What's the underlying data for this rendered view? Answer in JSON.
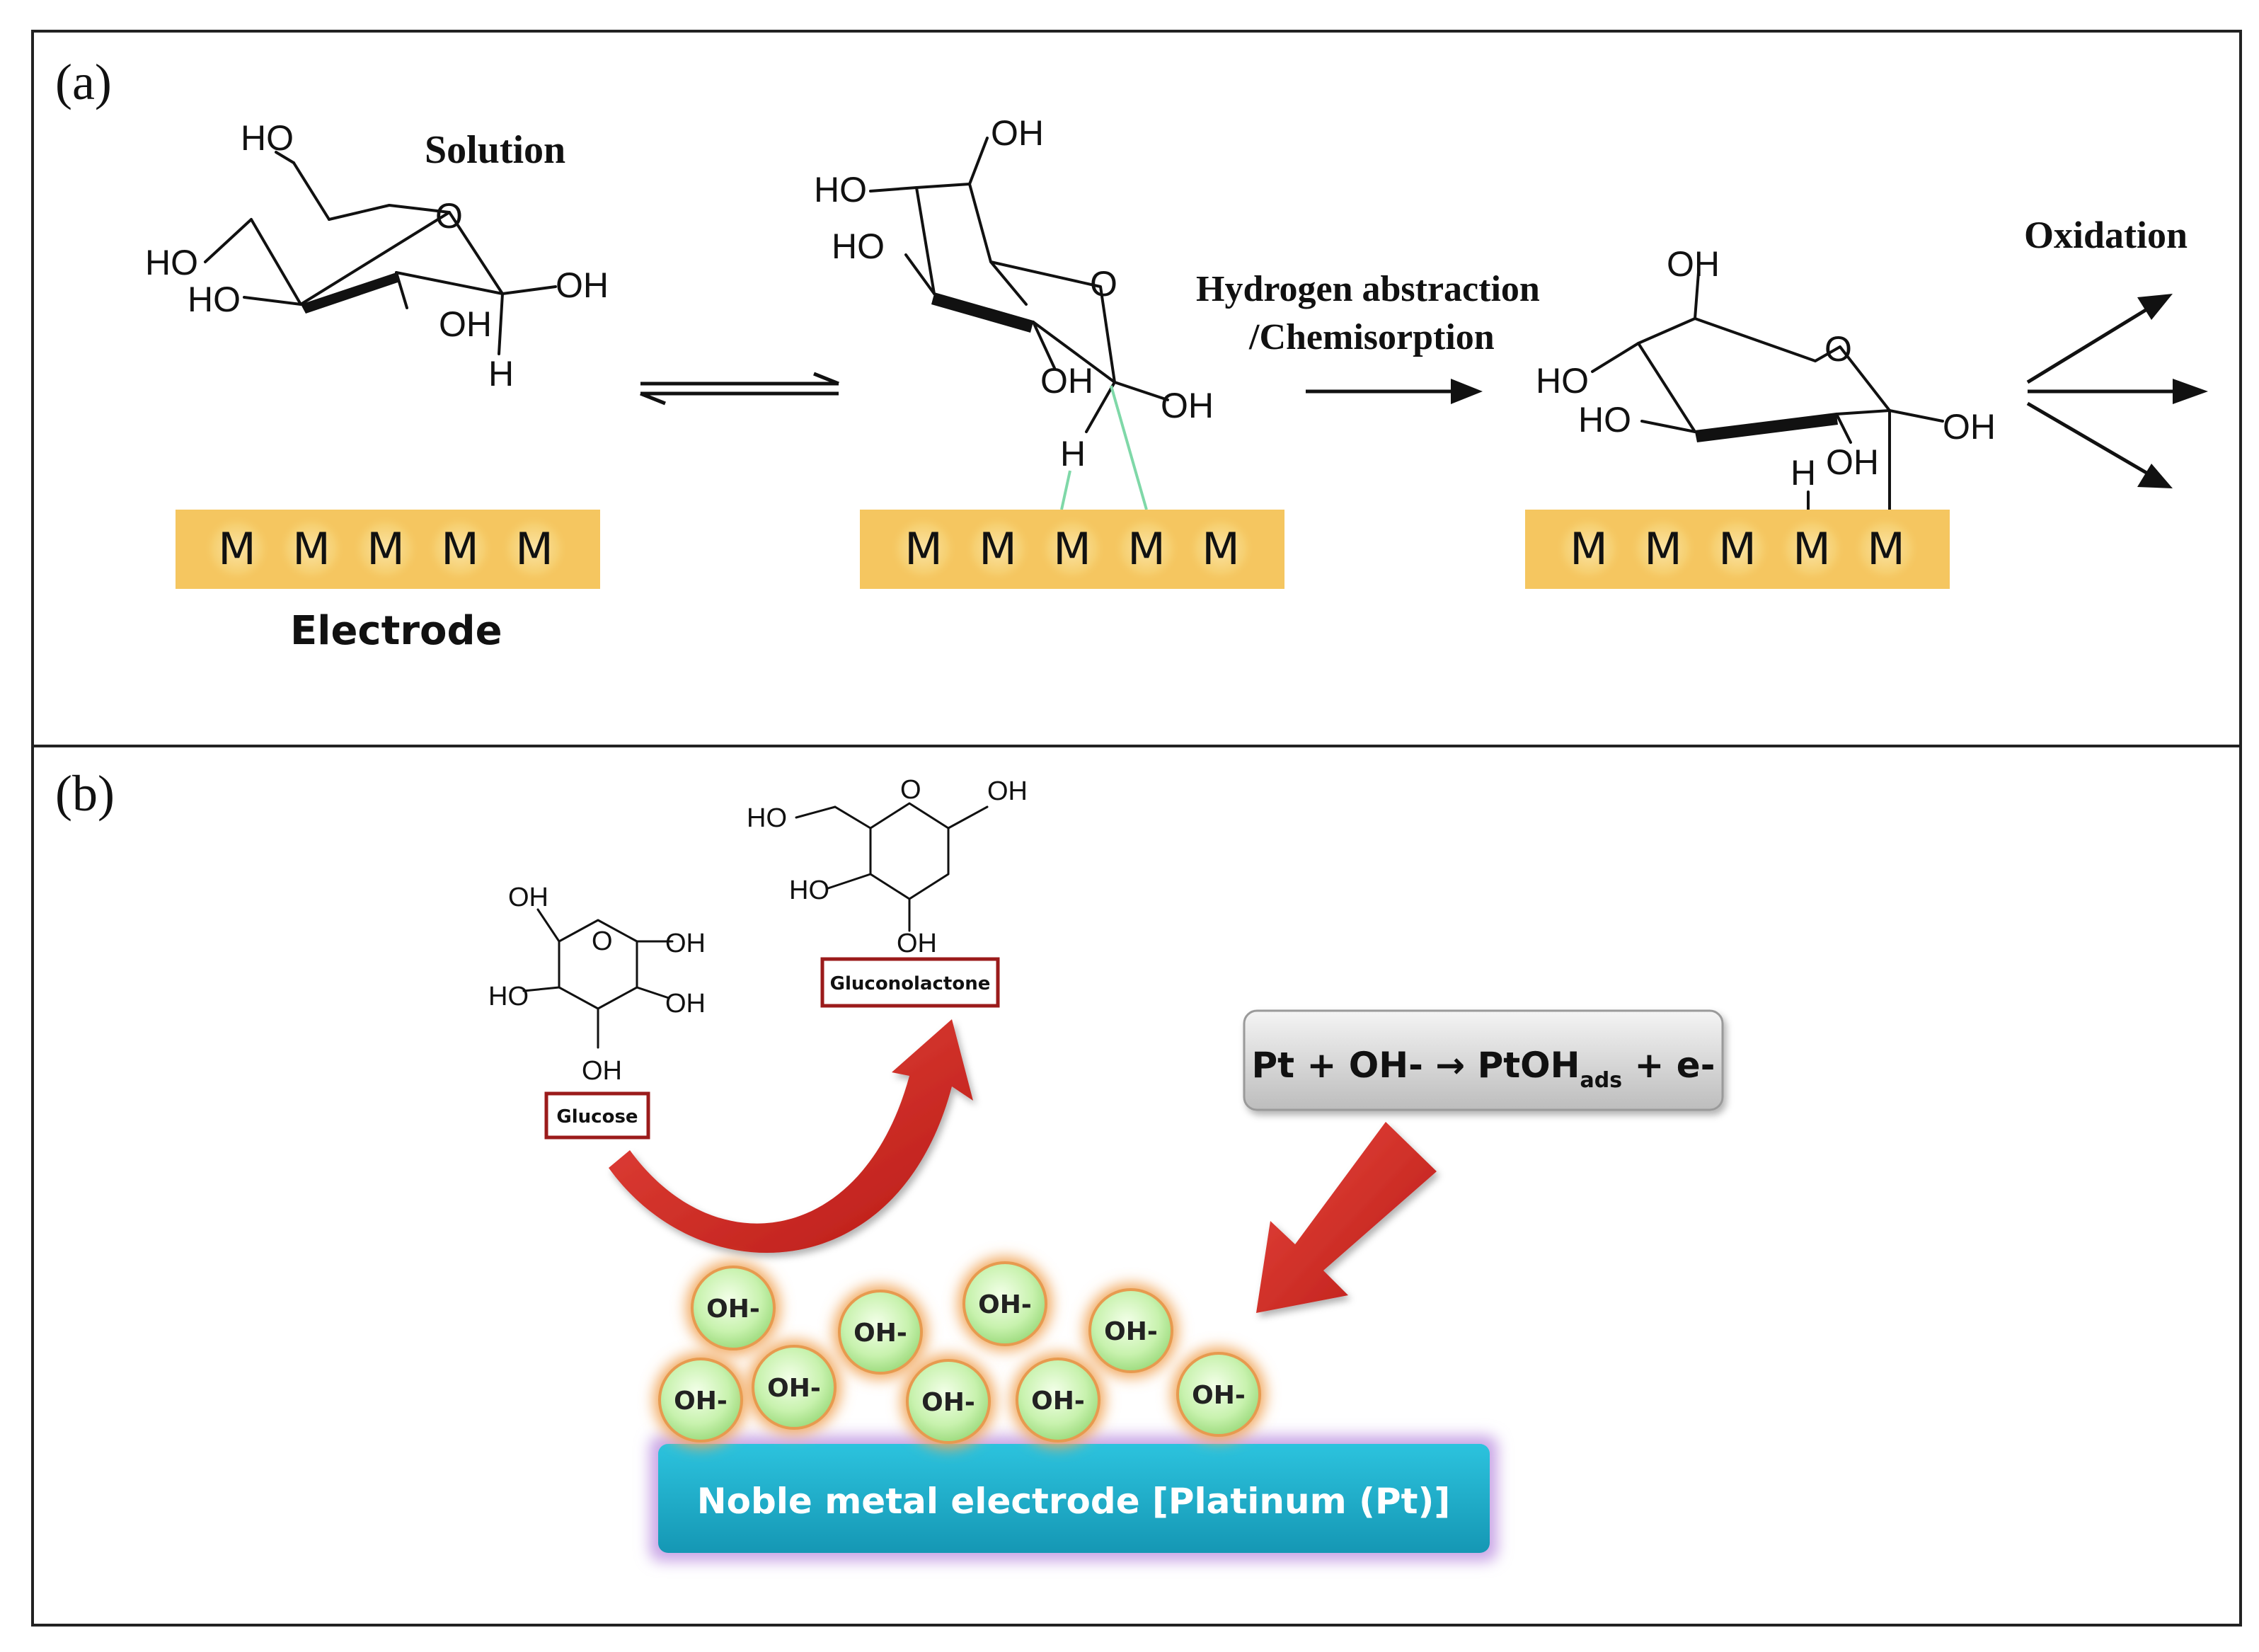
{
  "panel_a": {
    "label": "(a)",
    "solution_label": "Solution",
    "electrode_label": "Electrode",
    "metal_atom": "M",
    "step_label_line1": "Hydrogen abstraction",
    "step_label_line2": "/Chemisorption",
    "oxidation_label": "Oxidation",
    "molecule_labels": {
      "oh": "OH",
      "ho": "HO",
      "h": "H",
      "o": "O"
    },
    "colors": {
      "electrode_fill": "#f5c660",
      "atom_glow": "#f9d27a",
      "adsorption_line": "#7fd8a8"
    }
  },
  "panel_b": {
    "label": "(b)",
    "glucose_label": "Glucose",
    "gluconolactone_label": "Gluconolactone",
    "reaction": {
      "main": "Pt + OH- → PtOH",
      "sub": "ads",
      "tail": " + e-"
    },
    "ion_label": "OH-",
    "electrode_label": "Noble metal electrode [Platinum (Pt)]",
    "colors": {
      "electrode": "#1fb3d0",
      "electrode_glow": "#c9a6e6",
      "ion_fill": "#d6f7c2",
      "ion_glow": "#f1a65a",
      "arrow": "#d52b23",
      "label_border": "#9b1b1b"
    }
  }
}
